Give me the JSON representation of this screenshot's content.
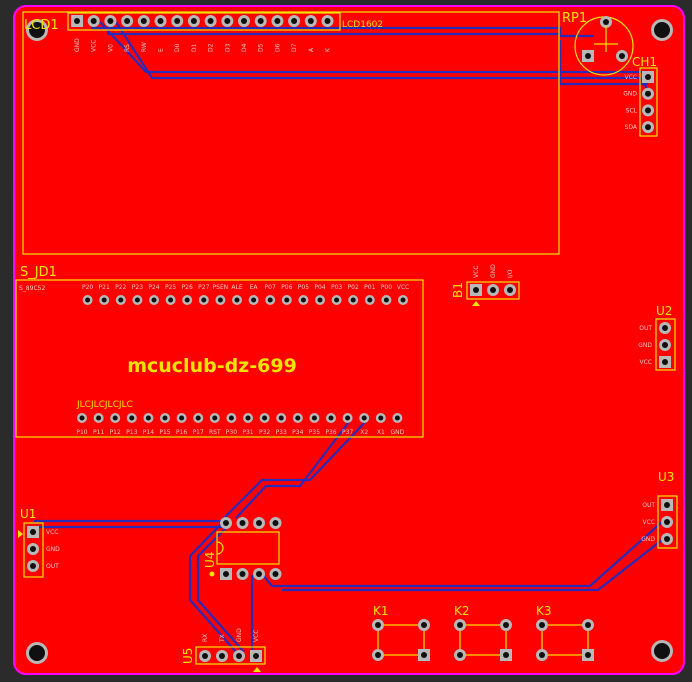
{
  "board": {
    "board_color": "#ff0000",
    "background_color": "#2b2b2b",
    "outline_color": "#ff00ff",
    "silk_color": "#f2e400",
    "trace_color": "#2a2ab8",
    "pad_color": "#b8b8b8",
    "hole_color": "#101010"
  },
  "labels": {
    "lcd_ref": "LCD1",
    "lcd_part": "LCD1602",
    "rp_ref": "RP1",
    "ch_ref": "CH1",
    "s_jd_ref": "S_JD1",
    "s_jd_part": "S_89C52",
    "b_ref": "B1",
    "u1_ref": "U1",
    "u2_ref": "U2",
    "u3_ref": "U3",
    "u4_ref": "U4",
    "u5_ref": "U5",
    "k1_ref": "K1",
    "k2_ref": "K2",
    "k3_ref": "K3",
    "title": "mcuclub-dz-699",
    "jlc": "JLCJLCJLCJLC"
  },
  "lcd_pins": [
    "GND",
    "VCC",
    "V0",
    "RS",
    "RW",
    "E",
    "D0",
    "D1",
    "D2",
    "D3",
    "D4",
    "D5",
    "D6",
    "D7",
    "A",
    "K"
  ],
  "ch_pins": [
    "VCC",
    "GND",
    "SCL",
    "SDA"
  ],
  "b_pins": [
    "VCC",
    "GND",
    "I/O"
  ],
  "u1_pins": [
    "VCC",
    "GND",
    "OUT"
  ],
  "u2_pins": [
    "OUT",
    "GND",
    "VCC"
  ],
  "u3_pins": [
    "OUT",
    "VCC",
    "GND"
  ],
  "u5_pins": [
    "RX",
    "TX",
    "GND",
    "VCC"
  ],
  "mcu_top_pins": [
    "VCC",
    "P00",
    "P01",
    "P02",
    "P03",
    "P04",
    "P05",
    "P06",
    "P07",
    "EA",
    "ALE",
    "PSEN",
    "P27",
    "P26",
    "P25",
    "P24",
    "P23",
    "P22",
    "P21",
    "P20"
  ],
  "mcu_bottom_pins": [
    "P10",
    "P11",
    "P12",
    "P13",
    "P14",
    "P15",
    "P16",
    "P17",
    "RST",
    "P30",
    "P31",
    "P32",
    "P33",
    "P34",
    "P35",
    "P36",
    "P37",
    "X2",
    "X1",
    "GND"
  ]
}
